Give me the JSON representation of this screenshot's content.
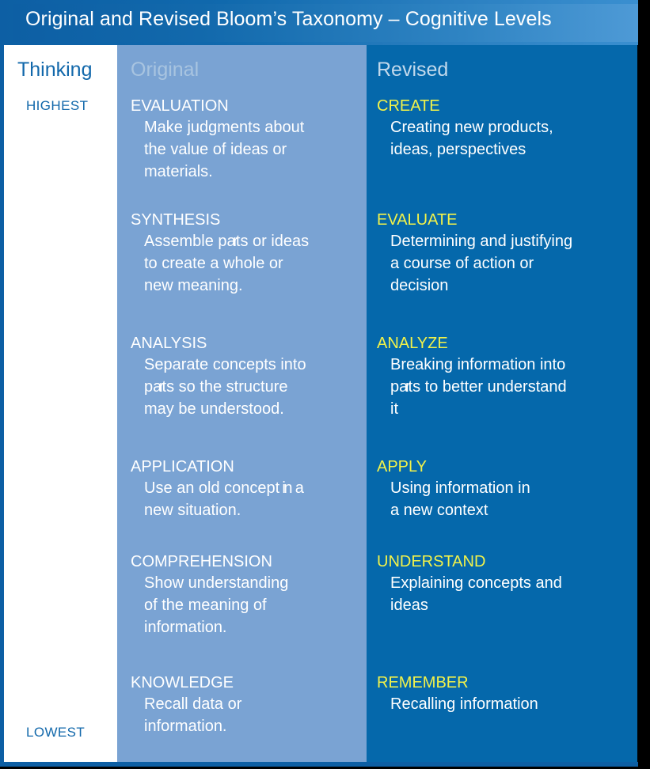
{
  "title": "Original and Revised Bloom’s Taxonomy – Cognitive Levels",
  "columns": {
    "thinking": "Thinking",
    "original": "Original",
    "revised": "Revised"
  },
  "scale": {
    "highest": "HIGHEST",
    "lowest": "LOWEST"
  },
  "colors": {
    "title_bar": "#0d5fa4",
    "thinking_column": "#ffffff",
    "original_column": "#7aa3d3",
    "revised_column": "#0568ab",
    "thinking_text": "#1268ab",
    "original_heading": "#ffffff",
    "revised_heading": "#f2f24a",
    "body_text": "#ffffff"
  },
  "levels": [
    {
      "original": {
        "name": "EVALUATION",
        "lines": [
          "Make judgments about",
          "the value of ideas or",
          "materials."
        ]
      },
      "revised": {
        "name": "CREATE",
        "lines": [
          "Creating new products,",
          "ideas, perspectives"
        ]
      }
    },
    {
      "original": {
        "name": "SYNTHESIS",
        "lines": [
          "Assemble parts or ideas",
          "to create a whole or",
          "new meaning."
        ]
      },
      "revised": {
        "name": "EVALUATE",
        "lines": [
          "Determining and justifying",
          "a course of action or",
          "decision"
        ]
      }
    },
    {
      "original": {
        "name": "ANALYSIS",
        "lines": [
          "Separate concepts into",
          "parts so the structure",
          "may be understood."
        ]
      },
      "revised": {
        "name": "ANALYZE",
        "lines": [
          "Breaking information into",
          "parts to better understand",
          "it"
        ]
      }
    },
    {
      "original": {
        "name": "APPLICATION",
        "lines": [
          "Use an old concept in a",
          "new situation."
        ]
      },
      "revised": {
        "name": "APPLY",
        "lines": [
          "Using information in",
          " a new context"
        ]
      }
    },
    {
      "original": {
        "name": "COMPREHENSION",
        "lines": [
          "Show understanding",
          "of the meaning of",
          "information."
        ]
      },
      "revised": {
        "name": "UNDERSTAND",
        "lines": [
          "Explaining concepts and",
          "ideas"
        ]
      }
    },
    {
      "original": {
        "name": "KNOWLEDGE",
        "lines": [
          "Recall data or",
          "information."
        ]
      },
      "revised": {
        "name": "REMEMBER",
        "lines": [
          "Recalling information"
        ]
      }
    }
  ]
}
